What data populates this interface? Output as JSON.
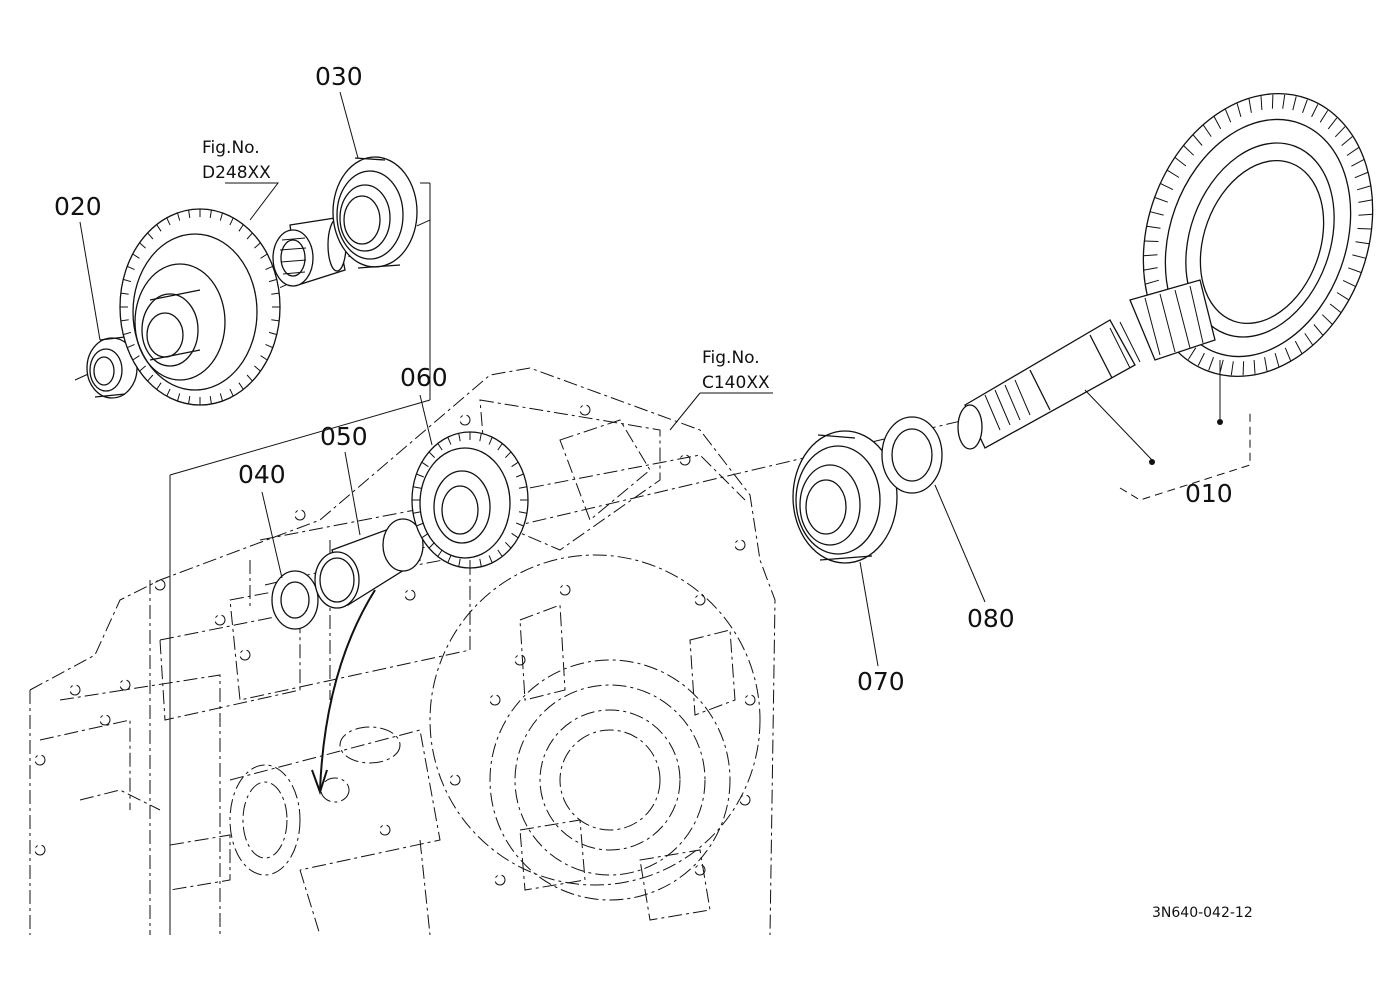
{
  "parts": {
    "p010": "010",
    "p020": "020",
    "p030": "030",
    "p040": "040",
    "p050": "050",
    "p060": "060",
    "p070": "070",
    "p080": "080"
  },
  "fig_refs": {
    "d248": {
      "prefix": "Fig.No.",
      "code": "D248XX"
    },
    "c140": {
      "prefix": "Fig.No.",
      "code": "C140XX"
    }
  },
  "drawing_code": "3N640-042-12",
  "colors": {
    "line": "#111111",
    "background": "#ffffff"
  }
}
